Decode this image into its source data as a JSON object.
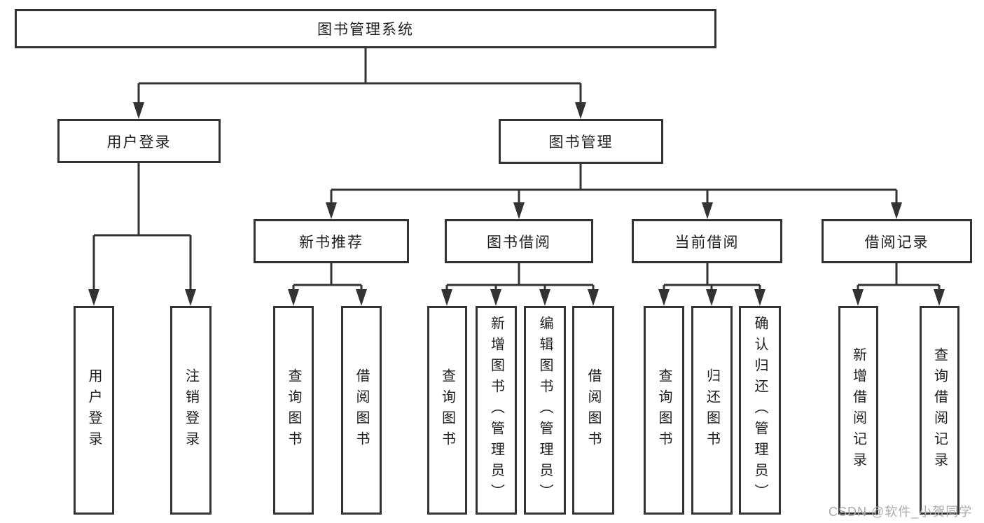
{
  "diagram_type": "hierarchy-tree",
  "colors": {
    "line": "#333333",
    "box_border": "#333333",
    "box_fill": "#ffffff",
    "text": "#1f1f1f",
    "watermark": "#ababab",
    "background": "#ffffff"
  },
  "tree": {
    "label": "图书管理系统",
    "children": [
      {
        "label": "用户登录",
        "children": [
          {
            "label": "用户登录"
          },
          {
            "label": "注销登录"
          }
        ]
      },
      {
        "label": "图书管理",
        "children": [
          {
            "label": "新书推荐",
            "children": [
              {
                "label": "查询图书"
              },
              {
                "label": "借阅图书"
              }
            ]
          },
          {
            "label": "图书借阅",
            "children": [
              {
                "label": "查询图书"
              },
              {
                "label": "新增图书（管理员）"
              },
              {
                "label": "编辑图书（管理员）"
              },
              {
                "label": "借阅图书"
              }
            ]
          },
          {
            "label": "当前借阅",
            "children": [
              {
                "label": "查询图书"
              },
              {
                "label": "归还图书"
              },
              {
                "label": "确认归还（管理员）"
              }
            ]
          },
          {
            "label": "借阅记录",
            "children": [
              {
                "label": "新增借阅记录"
              },
              {
                "label": "查询借阅记录"
              }
            ]
          }
        ]
      }
    ]
  },
  "watermark": {
    "text": "CSDN @软件_小贺同学"
  }
}
